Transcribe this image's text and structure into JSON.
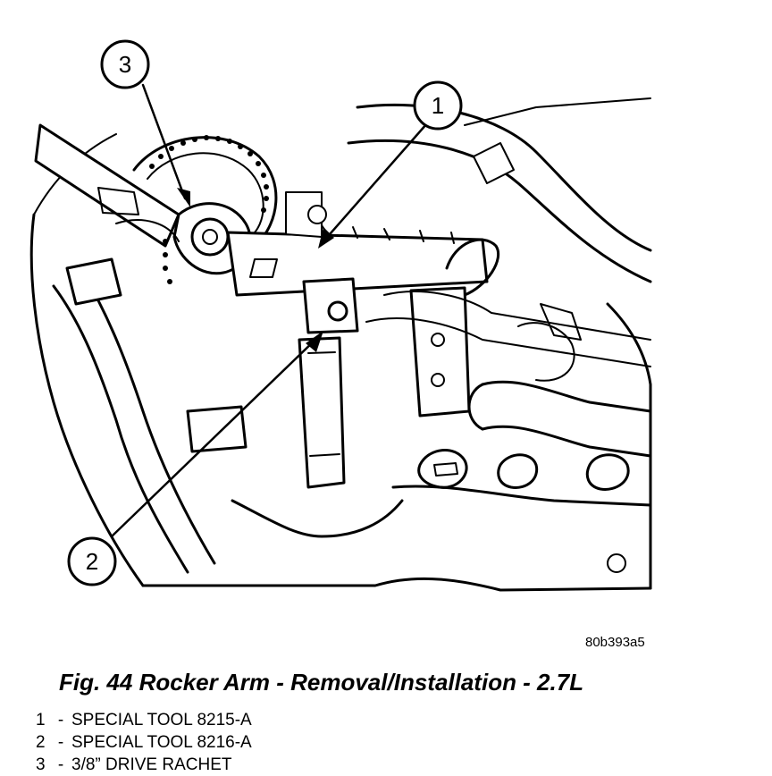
{
  "figure": {
    "image_code": "80b393a5",
    "caption": "Fig. 44 Rocker Arm - Removal/Installation - 2.7L",
    "callouts": [
      {
        "number": "1",
        "label": "SPECIAL TOOL 8215-A"
      },
      {
        "number": "2",
        "label": "SPECIAL TOOL 8216-A"
      },
      {
        "number": "3",
        "label": "3/8” DRIVE RACHET"
      }
    ]
  },
  "colors": {
    "ink": "#000000",
    "paper": "#ffffff"
  }
}
